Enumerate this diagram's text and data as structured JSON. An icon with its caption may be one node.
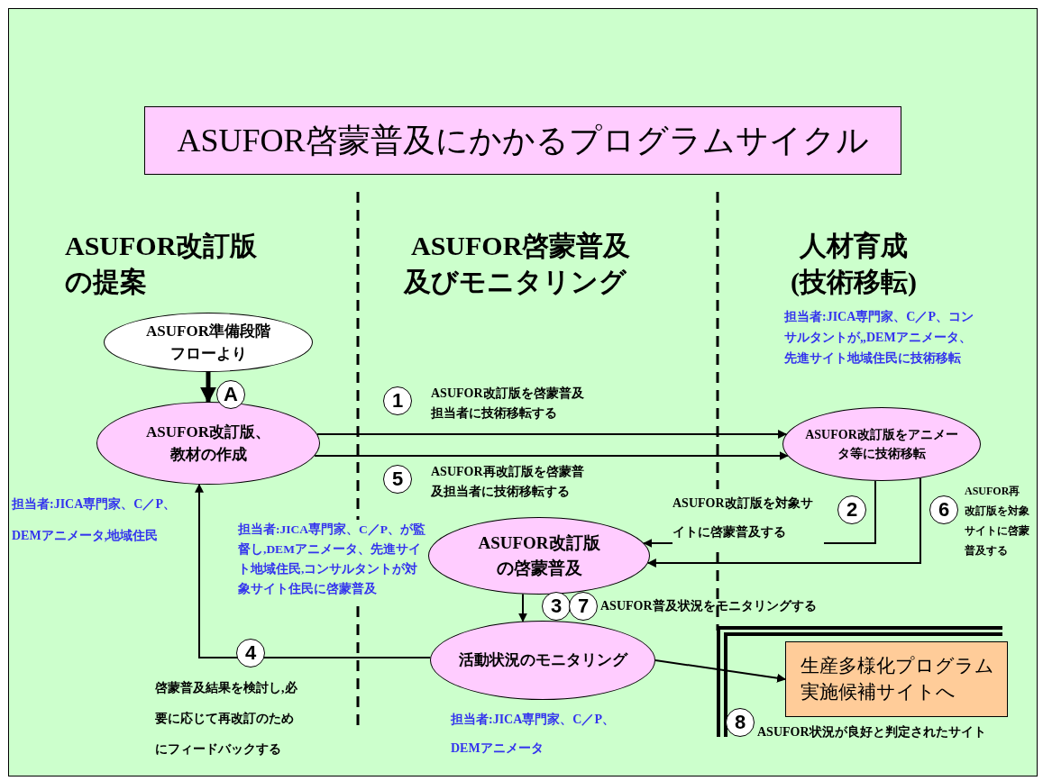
{
  "diagram": {
    "title": "ASUFOR啓蒙普及にかかるプログラムサイクル",
    "nodes": [
      {
        "text": [
          "ASUFOR準備段階フローより"
        ]
      },
      {
        "text": [
          "ASUFOR改訂版、教材の作成"
        ],
        "beside": [
          "担当者:JICA専門家、C／P、DEMアニメータ,地域住民"
        ]
      },
      {
        "text": [
          "ASUFOR改訂版をアニメータ等に技術移転"
        ],
        "beside": [
          "担当者:JICA専門家、C／P、コンサルタントが„DEMアニメータ、先進サイト地域住民に技術移転"
        ]
      },
      {
        "text": [
          "ASUFOR改訂版の啓蒙普及"
        ],
        "beside": [
          "担当者:JICA専門家、C／P、が監督し,DEMアニメータ、先進サイト地域住民,コンサルタントが対象サイト住民に啓蒙普及"
        ]
      },
      {
        "text": [
          "活動状況のモニタリング"
        ],
        "beside": [
          "担当者:JICA専門家、C／P、DEMアニメータ"
        ]
      },
      {
        "text": [
          "生産多様化プログラム実施候補サイトへ"
        ],
        "beside": [
          "ASUFOR状況が良好と判定されたサイト"
        ]
      }
    ],
    "edges": [
      {
        "from": 0,
        "to": 1,
        "arrow": "to",
        "style": "thick"
      },
      {
        "from": 1,
        "to": 2,
        "arrow": "to"
      },
      {
        "from": 1,
        "to": 2,
        "arrow": "to"
      },
      {
        "from": 2,
        "to": 3,
        "arrow": "to"
      },
      {
        "from": 2,
        "to": 3,
        "arrow": "to"
      },
      {
        "from": 3,
        "to": 4,
        "arrow": "to"
      },
      {
        "from": 4,
        "to": 1,
        "arrow": "to"
      },
      {
        "from": 4,
        "to": 5,
        "arrow": "to"
      }
    ],
    "labels": [
      "ASUFOR改訂版の提案",
      "ASUFOR啓蒙普及及びモニタリング",
      "人材育成(技術移転)",
      "A",
      "1",
      "ASUFOR改訂版を啓蒙普及担当者に技術移転する",
      "5",
      "ASUFOR再改訂版を啓蒙普及担当者に技術移転する",
      "ASUFOR改訂版を対象サイトに啓蒙普及する",
      "2",
      "6",
      "ASUFOR再改訂版を対象サイトに啓蒙普及する",
      "3",
      "7",
      "ASUFOR普及状況をモニタリングする",
      "4",
      "啓蒙普及結果を検討し,必要に応じて再改訂のためにフィードバックする",
      "8"
    ]
  }
}
